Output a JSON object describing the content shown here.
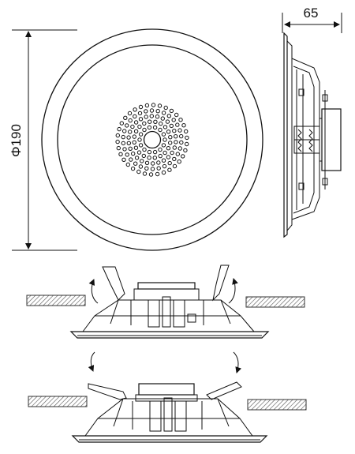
{
  "dimensions": {
    "diameter_label": "Φ190",
    "depth_label": "65"
  },
  "figure": {
    "views": [
      "front-view",
      "side-view",
      "install-step-clips-open",
      "install-step-clips-closed"
    ]
  },
  "colors": {
    "line": "#111111",
    "hatch": "#555555",
    "background": "#ffffff"
  },
  "icons": {
    "arrow_up": "arrow-up-icon",
    "arrow_down": "arrow-down-icon"
  }
}
